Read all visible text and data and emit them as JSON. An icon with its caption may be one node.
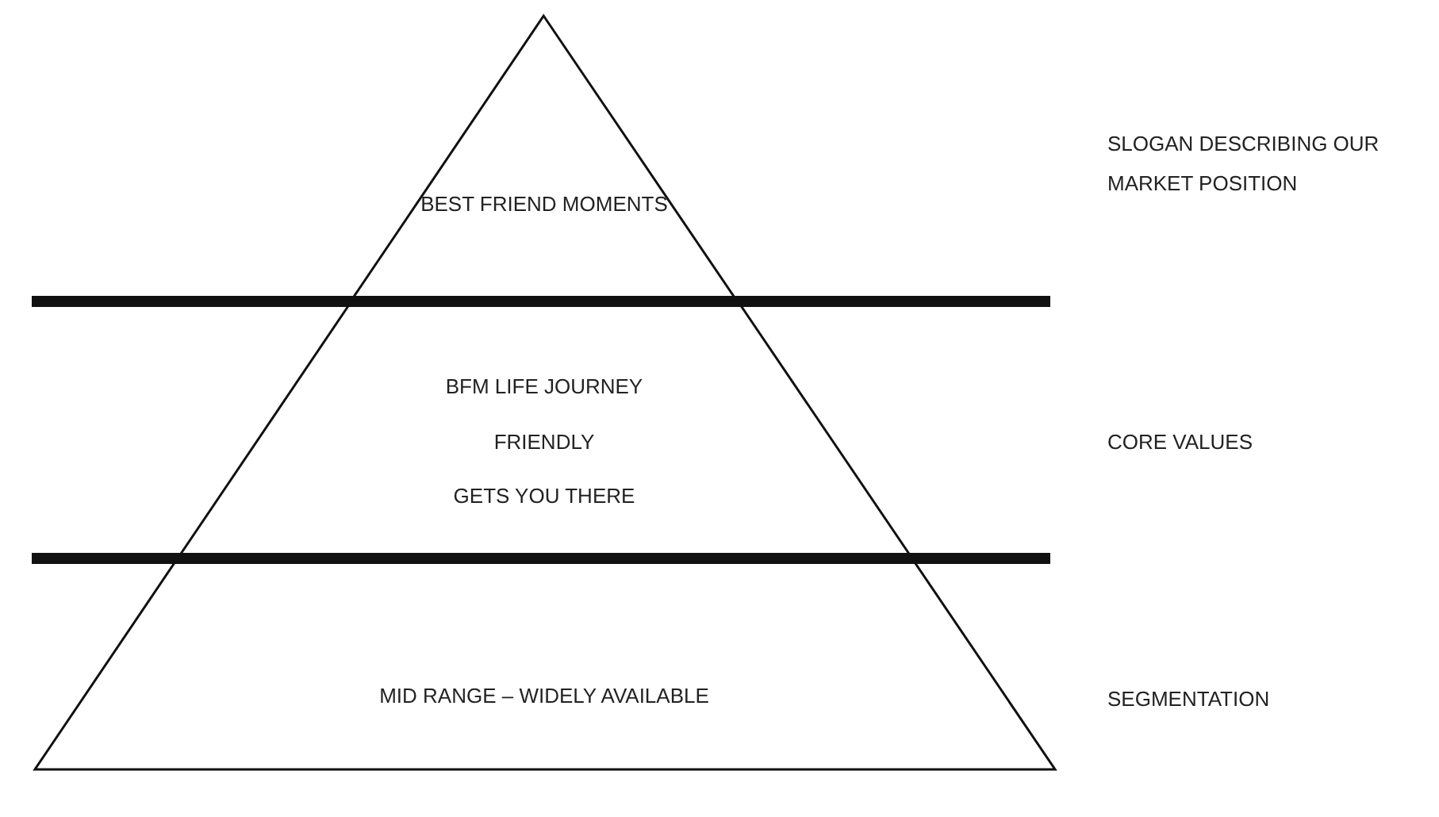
{
  "diagram": {
    "nodes": [
      {
        "text": [
          "BEST FRIEND MOMENTS"
        ]
      },
      {
        "text": [
          "BFM LIFE JOURNEY",
          "FRIENDLY",
          "GETS YOU THERE"
        ]
      },
      {
        "text": [
          "MID RANGE – WIDELY AVAILABLE"
        ]
      }
    ],
    "labels": [
      "SLOGAN DESCRIBING OUR MARKET POSITION",
      "CORE VALUES",
      "SEGMENTATION"
    ]
  }
}
